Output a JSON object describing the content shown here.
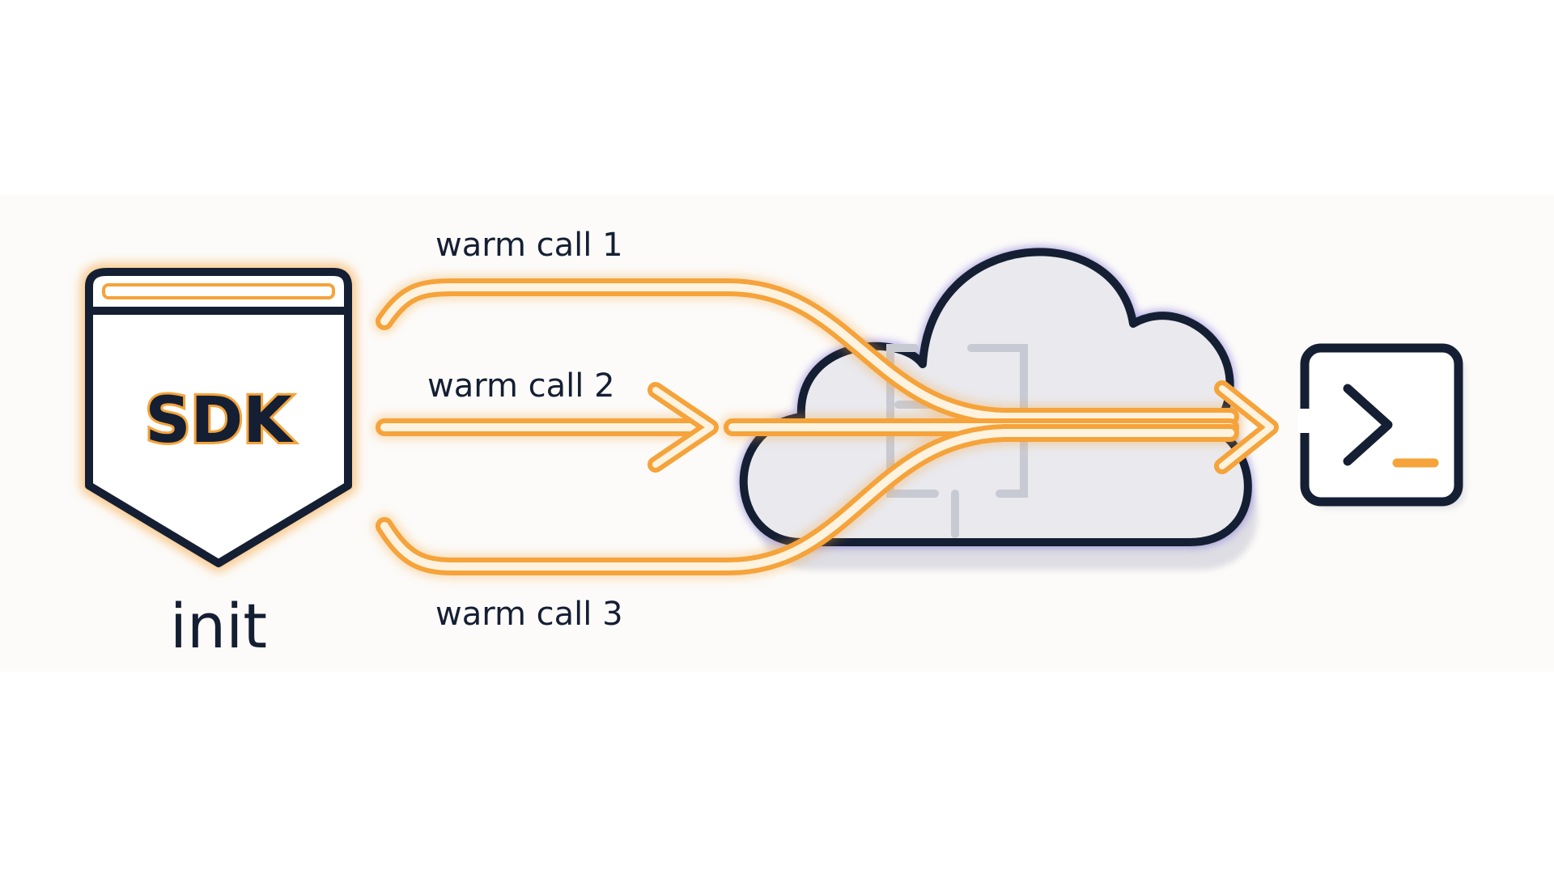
{
  "colors": {
    "background": "#ffffff",
    "band": "#fcfbf9",
    "outline_dark": "#151f33",
    "accent_orange": "#f5a33a",
    "orange_fill": "#fff3e0",
    "cloud_fill": "#e9e9ee",
    "cloud_glow": "#7f72d6"
  },
  "sdk_module": {
    "icon": "sdk-shield-icon",
    "badge_text": "SDK",
    "caption": "init"
  },
  "calls": [
    {
      "label": "warm call 1"
    },
    {
      "label": "warm call 2"
    },
    {
      "label": "warm call 3"
    }
  ],
  "cloud": {
    "icon": "cloud-icon",
    "inner_icon": "container-brackets-icon"
  },
  "terminal": {
    "icon": "terminal-prompt-icon"
  }
}
